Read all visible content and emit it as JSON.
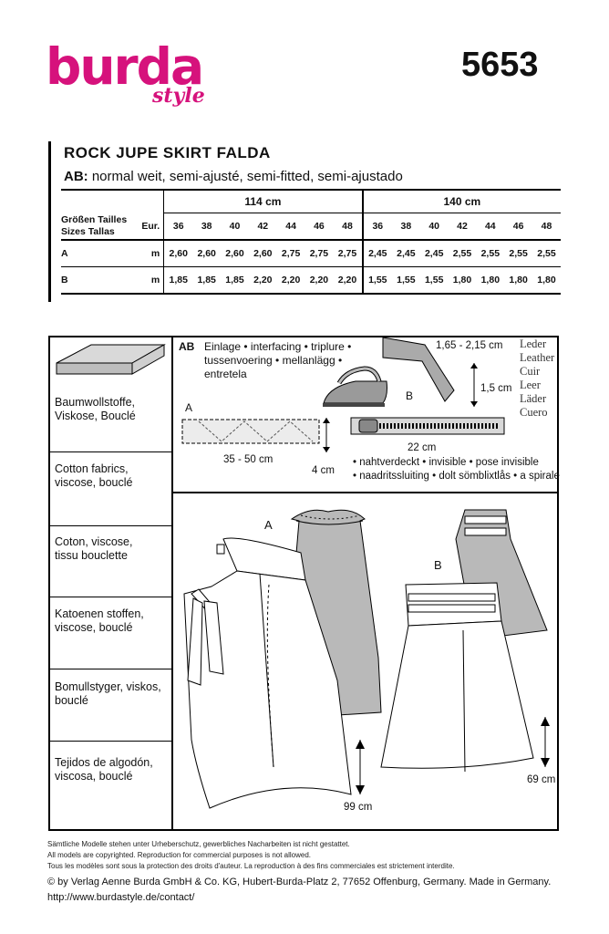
{
  "brand": {
    "name": "burda",
    "tagline": "style"
  },
  "pattern_number": "5653",
  "title": "ROCK   JUPE   SKIRT   FALDA",
  "subtitle": {
    "label": "AB:",
    "text": " normal weit, semi-ajusté, semi-fitted, semi-ajustado"
  },
  "size_table": {
    "width_a": "114 cm",
    "width_b": "140 cm",
    "header_left_1": "Größen  Tailles",
    "header_left_2": "Sizes   Tallas",
    "eur": "Eur.",
    "sizes": [
      "36",
      "38",
      "40",
      "42",
      "44",
      "46",
      "48",
      "36",
      "38",
      "40",
      "42",
      "44",
      "46",
      "48"
    ],
    "rows": [
      {
        "view": "A",
        "unit": "m",
        "values": [
          "2,60",
          "2,60",
          "2,60",
          "2,60",
          "2,75",
          "2,75",
          "2,75",
          "2,45",
          "2,45",
          "2,45",
          "2,55",
          "2,55",
          "2,55",
          "2,55"
        ]
      },
      {
        "view": "B",
        "unit": "m",
        "values": [
          "1,85",
          "1,85",
          "1,85",
          "2,20",
          "2,20",
          "2,20",
          "2,20",
          "1,55",
          "1,55",
          "1,55",
          "1,80",
          "1,80",
          "1,80",
          "1,80"
        ]
      }
    ]
  },
  "fabrics": [
    "Baumwollstoffe,\nViskose, Bouclé",
    "Cotton fabrics,\nviscose, bouclé",
    "Coton, viscose,\ntissu bouclette",
    "Katoenen stoffen,\nviscose, bouclé",
    "Bomullstyger, viskos,\nbouclé",
    "Tejidos de algodón,\nviscosa, bouclé"
  ],
  "notions": {
    "ab_label": "AB",
    "interfacing_1": "Einlage • interfacing • triplure •",
    "interfacing_2": "tussenvoering • mellanlägg •",
    "interfacing_3": "entretela",
    "a_label": "A",
    "a_length": "35 - 50 cm",
    "a_width": "4 cm",
    "b_label": "B",
    "leather_length": "1,65 - 2,15 cm",
    "leather_width": "1,5 cm",
    "leather_names": [
      "Leder",
      "Leather",
      "Cuir",
      "Leer",
      "Läder",
      "Cuero"
    ],
    "zip_length": "22 cm",
    "zip_text_1": "• nahtverdeckt • invisible • pose invisible",
    "zip_text_2": "• naadritssluiting • dolt sömblixtlås • a spirale"
  },
  "views": {
    "a_label": "A",
    "b_label": "B",
    "a_length": "99 cm",
    "b_length": "69 cm"
  },
  "footer": {
    "line1": "Sämtliche Modelle stehen unter Urheberschutz, gewerbliches Nacharbeiten ist nicht gestattet.",
    "line2": "All models are copyrighted. Reproduction for commercial purposes is not allowed.",
    "line3": "Tous les modèles sont sous la protection des droits d'auteur. La reproduction à des fins commerciales est strictement interdite.",
    "copyright": "© by Verlag Aenne Burda GmbH & Co. KG, Hubert-Burda-Platz 2, 77652 Offenburg, Germany. Made in Germany.",
    "url": "http://www.burdastyle.de/contact/"
  }
}
